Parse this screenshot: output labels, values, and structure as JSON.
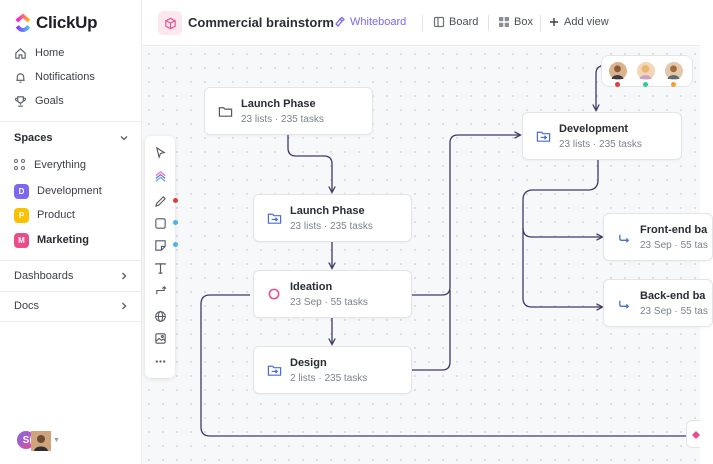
{
  "app": {
    "name": "ClickUp"
  },
  "sidebar": {
    "nav": [
      {
        "label": "Home",
        "icon": "home-icon"
      },
      {
        "label": "Notifications",
        "icon": "bell-icon"
      },
      {
        "label": "Goals",
        "icon": "trophy-icon"
      }
    ],
    "spaces_title": "Spaces",
    "everything_label": "Everything",
    "spaces": [
      {
        "label": "Development",
        "badge": "D",
        "color": "#7b68ee"
      },
      {
        "label": "Product",
        "badge": "P",
        "color": "#f8c200"
      },
      {
        "label": "Marketing",
        "badge": "M",
        "color": "#e84c8b"
      }
    ],
    "dashboards_label": "Dashboards",
    "docs_label": "Docs",
    "user_initial": "S"
  },
  "header": {
    "title": "Commercial brainstorm",
    "tabs": [
      {
        "label": "Whiteboard",
        "icon": "whiteboard-icon",
        "active": true
      },
      {
        "label": "Board",
        "icon": "board-icon",
        "active": false
      },
      {
        "label": "Box",
        "icon": "box-icon",
        "active": false
      }
    ],
    "add_view_label": "Add view"
  },
  "colors": {
    "accent": "#7b68ee",
    "connector": "#3d3a6b",
    "brand_pink": "#e84c8b"
  },
  "toolbar": {
    "tools": [
      "cursor-icon",
      "ai-shapes-icon",
      "pen-icon",
      "square-icon",
      "sticky-note-icon",
      "text-icon",
      "connector-icon",
      "globe-icon",
      "image-icon",
      "more-icon"
    ],
    "dot_colors": [
      "#e03e3e",
      "#49b3f0",
      "#49b3f0"
    ]
  },
  "cards": {
    "launch_top": {
      "title": "Launch Phase",
      "sub": "23 lists · 235 tasks"
    },
    "launch_mid": {
      "title": "Launch Phase",
      "sub": "23 lists · 235 tasks"
    },
    "ideation": {
      "title": "Ideation",
      "sub": "23 Sep · 55 tasks"
    },
    "design": {
      "title": "Design",
      "sub": "2 lists · 235 tasks"
    },
    "development": {
      "title": "Development",
      "sub": "23 lists · 235 tasks"
    },
    "frontend": {
      "title": "Front-end ba",
      "sub": "23 Sep · 55 tas"
    },
    "backend": {
      "title": "Back-end ba",
      "sub": "23 Sep · 55 tas"
    }
  },
  "collaborators": {
    "dot_colors": [
      "#e03e3e",
      "#2ecc9a",
      "#f0a030"
    ]
  }
}
